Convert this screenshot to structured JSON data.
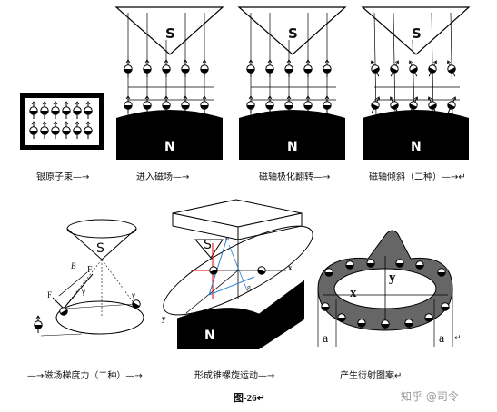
{
  "panel_labels": {
    "silver_beam": "银原子束—→",
    "enter_field": "进入磁场—→",
    "polarize": "磁轴极化翻转—→",
    "tilt": "磁轴倾斜（二种）—→↵",
    "gradient_force": "—→磁场梯度力（二种）—→",
    "precession": "形成锥螺旋运动—→",
    "pattern": "产生衍射图案↵"
  },
  "magnet_poles": {
    "south": "S",
    "north": "N"
  },
  "force_diagram": {
    "f_label": "F",
    "f_sub": "F",
    "b_label": "B",
    "gamma_sym": "γ",
    "gamma2_sym": "γ"
  },
  "cone_diagram": {
    "x": "x",
    "y": "y",
    "u_label": "u",
    "g_label": "g"
  },
  "ring_diagram": {
    "x": "x",
    "y": "y",
    "a_left": "a",
    "a_right": "a",
    "end_mark": "↵"
  },
  "caption": "图-26↵",
  "watermark": "知乎 @司令"
}
